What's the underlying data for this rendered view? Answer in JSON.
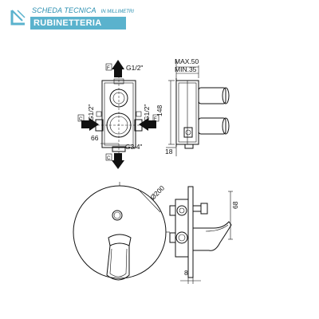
{
  "header": {
    "title": "SCHEDA TECNICA",
    "unit_note": "IN MILLIMETRI",
    "banner": "RUBINETTERIA",
    "accent_color": "#5ab2cd",
    "title_color": "#2a8fb0"
  },
  "top_view": {
    "label_top_thread": "G1/2\"",
    "label_left_thread": "G1/2\"",
    "label_right_thread": "G1/2\"",
    "label_bottom_thread": "G3/4\"",
    "dim_width_part": "66",
    "arrow_marks": {
      "top": "F",
      "left": "C",
      "right": "F",
      "bottom": "C"
    }
  },
  "side_view_top": {
    "max_depth": "MAX.50",
    "min_depth": "MIN.35",
    "height": "148",
    "offset": "18"
  },
  "front_view": {
    "diameter": "Ø200"
  },
  "side_view_bottom": {
    "handle_height": "68",
    "plate_thickness": "8"
  }
}
